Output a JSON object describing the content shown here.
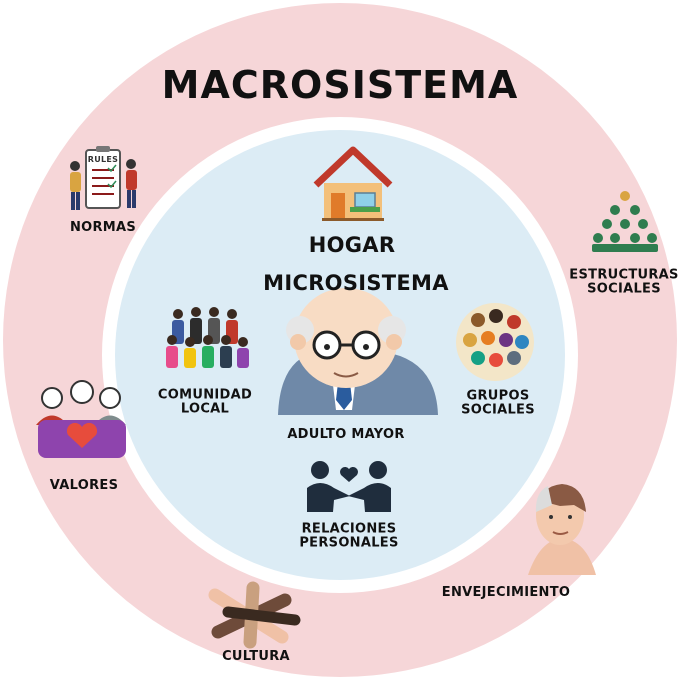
{
  "diagram": {
    "title": "MACROSISTEMA",
    "outer_labels": {
      "normas": "NORMAS",
      "estructuras": [
        "ESTRUCTURAS",
        "SOCIALES"
      ],
      "valores": "VALORES",
      "envejecimiento": "ENVEJECIMIENTO",
      "cultura": "CULTURA"
    },
    "inner": {
      "hogar": "HOGAR",
      "microsistema": "MICROSISTEMA",
      "comunidad": [
        "COMUNIDAD",
        "LOCAL"
      ],
      "grupos": [
        "GRUPOS",
        "SOCIALES"
      ],
      "adulto": "ADULTO MAYOR",
      "relaciones": [
        "RELACIONES",
        "PERSONALES"
      ]
    },
    "icon_rules_text": "RULES"
  },
  "colors": {
    "outer_ring": "#f6d6d8",
    "white_ring": "#ffffff",
    "inner_circle": "#dcecf5",
    "text": "#111111"
  },
  "icons": [
    "rules-board-icon",
    "house-icon",
    "elderly-man-icon",
    "crowd-icon",
    "family-group-icon",
    "pyramid-people-icon",
    "values-heart-icon",
    "handshake-heart-icon",
    "aging-woman-icon",
    "joined-hands-icon"
  ]
}
